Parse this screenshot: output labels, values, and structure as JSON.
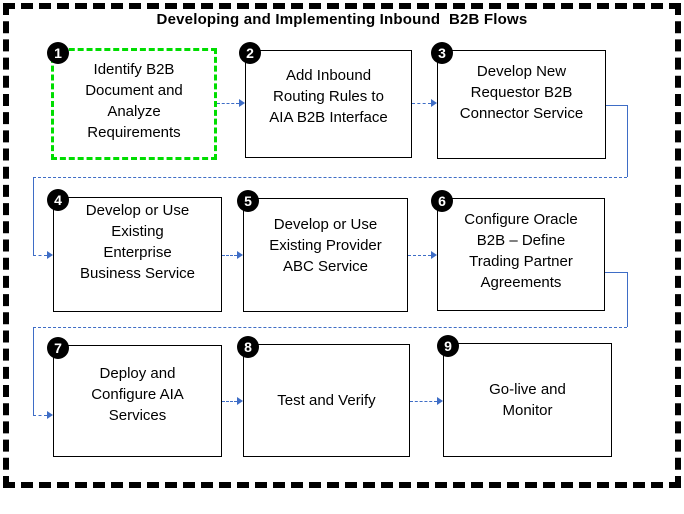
{
  "title": "Developing and Implementing Inbound  B2B Flows",
  "colors": {
    "green_highlight": "#00dd00",
    "connector_blue": "#3e6dc6",
    "border_black": "#000000"
  },
  "steps": [
    {
      "number": "1",
      "label": "Identify B2B\nDocument and\nAnalyze\nRequirements",
      "highlighted": true
    },
    {
      "number": "2",
      "label": "Add Inbound\nRouting Rules to\nAIA B2B Interface",
      "highlighted": false
    },
    {
      "number": "3",
      "label": "Develop New\nRequestor B2B\nConnector Service",
      "highlighted": false
    },
    {
      "number": "4",
      "label": "Develop or Use\nExisting\nEnterprise\nBusiness Service",
      "highlighted": false
    },
    {
      "number": "5",
      "label": "Develop or Use\nExisting Provider\nABC Service",
      "highlighted": false
    },
    {
      "number": "6",
      "label": "Configure Oracle\nB2B – Define\nTrading Partner\nAgreements",
      "highlighted": false
    },
    {
      "number": "7",
      "label": "Deploy and\nConfigure AIA\nServices",
      "highlighted": false
    },
    {
      "number": "8",
      "label": "Test and Verify",
      "highlighted": false
    },
    {
      "number": "9",
      "label": "Go-live and\nMonitor",
      "highlighted": false
    }
  ]
}
